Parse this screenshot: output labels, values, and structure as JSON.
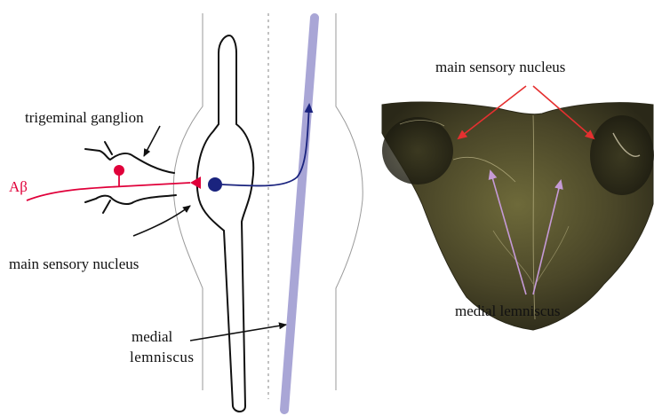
{
  "labels": {
    "trigeminal_ganglion": "trigeminal ganglion",
    "abeta": "Aβ",
    "main_sensory_left": "main sensory nucleus",
    "medial_left_line1": "medial",
    "medial_left_line2": "lemniscus",
    "main_sensory_right": "main sensory nucleus",
    "medial_right": "medial lemniscus"
  },
  "colors": {
    "afferent": "#e0003a",
    "projection": "#1a237e",
    "lemniscus": "#a9a6d6",
    "arrow_red": "#e53030",
    "arrow_lilac": "#c59ad6",
    "outline": "#111111"
  },
  "icons": {
    "neuron_soma_red": "filled-circle",
    "synapse_terminal": "triangle",
    "second_order_soma": "filled-circle"
  }
}
